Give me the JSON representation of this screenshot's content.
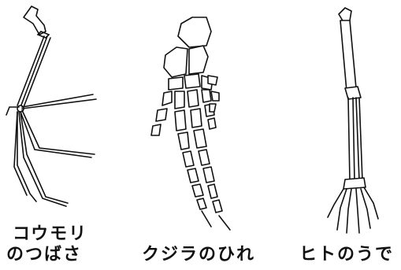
{
  "labels": {
    "bat_line1": "コウモリ",
    "bat_line2": "のつばさ",
    "whale": "クジラのひれ",
    "human": "ヒトのうで"
  },
  "figures": [
    "bat-wing-skeleton",
    "whale-flipper-skeleton",
    "human-arm-skeleton"
  ]
}
